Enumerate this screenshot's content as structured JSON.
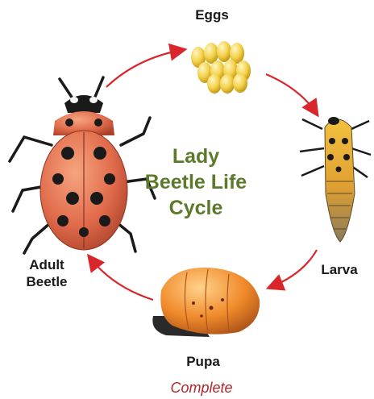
{
  "title_lines": [
    "Lady",
    "Beetle Life",
    "Cycle"
  ],
  "stages": {
    "eggs": "Eggs",
    "larva": "Larva",
    "pupa": "Pupa",
    "adult_line1": "Adult",
    "adult_line2": "Beetle"
  },
  "caption": "Complete",
  "colors": {
    "title": "#5c7a2a",
    "arrow": "#d8262c",
    "caption": "#b2262b",
    "egg": "#f3d24c",
    "beetle_body": "#e06a4a",
    "pupa": "#f08a2a",
    "larva": "#e8b03a"
  },
  "icons": [
    "eggs-cluster-icon",
    "larva-icon",
    "pupa-icon",
    "adult-beetle-icon",
    "cycle-arrow-icon"
  ]
}
